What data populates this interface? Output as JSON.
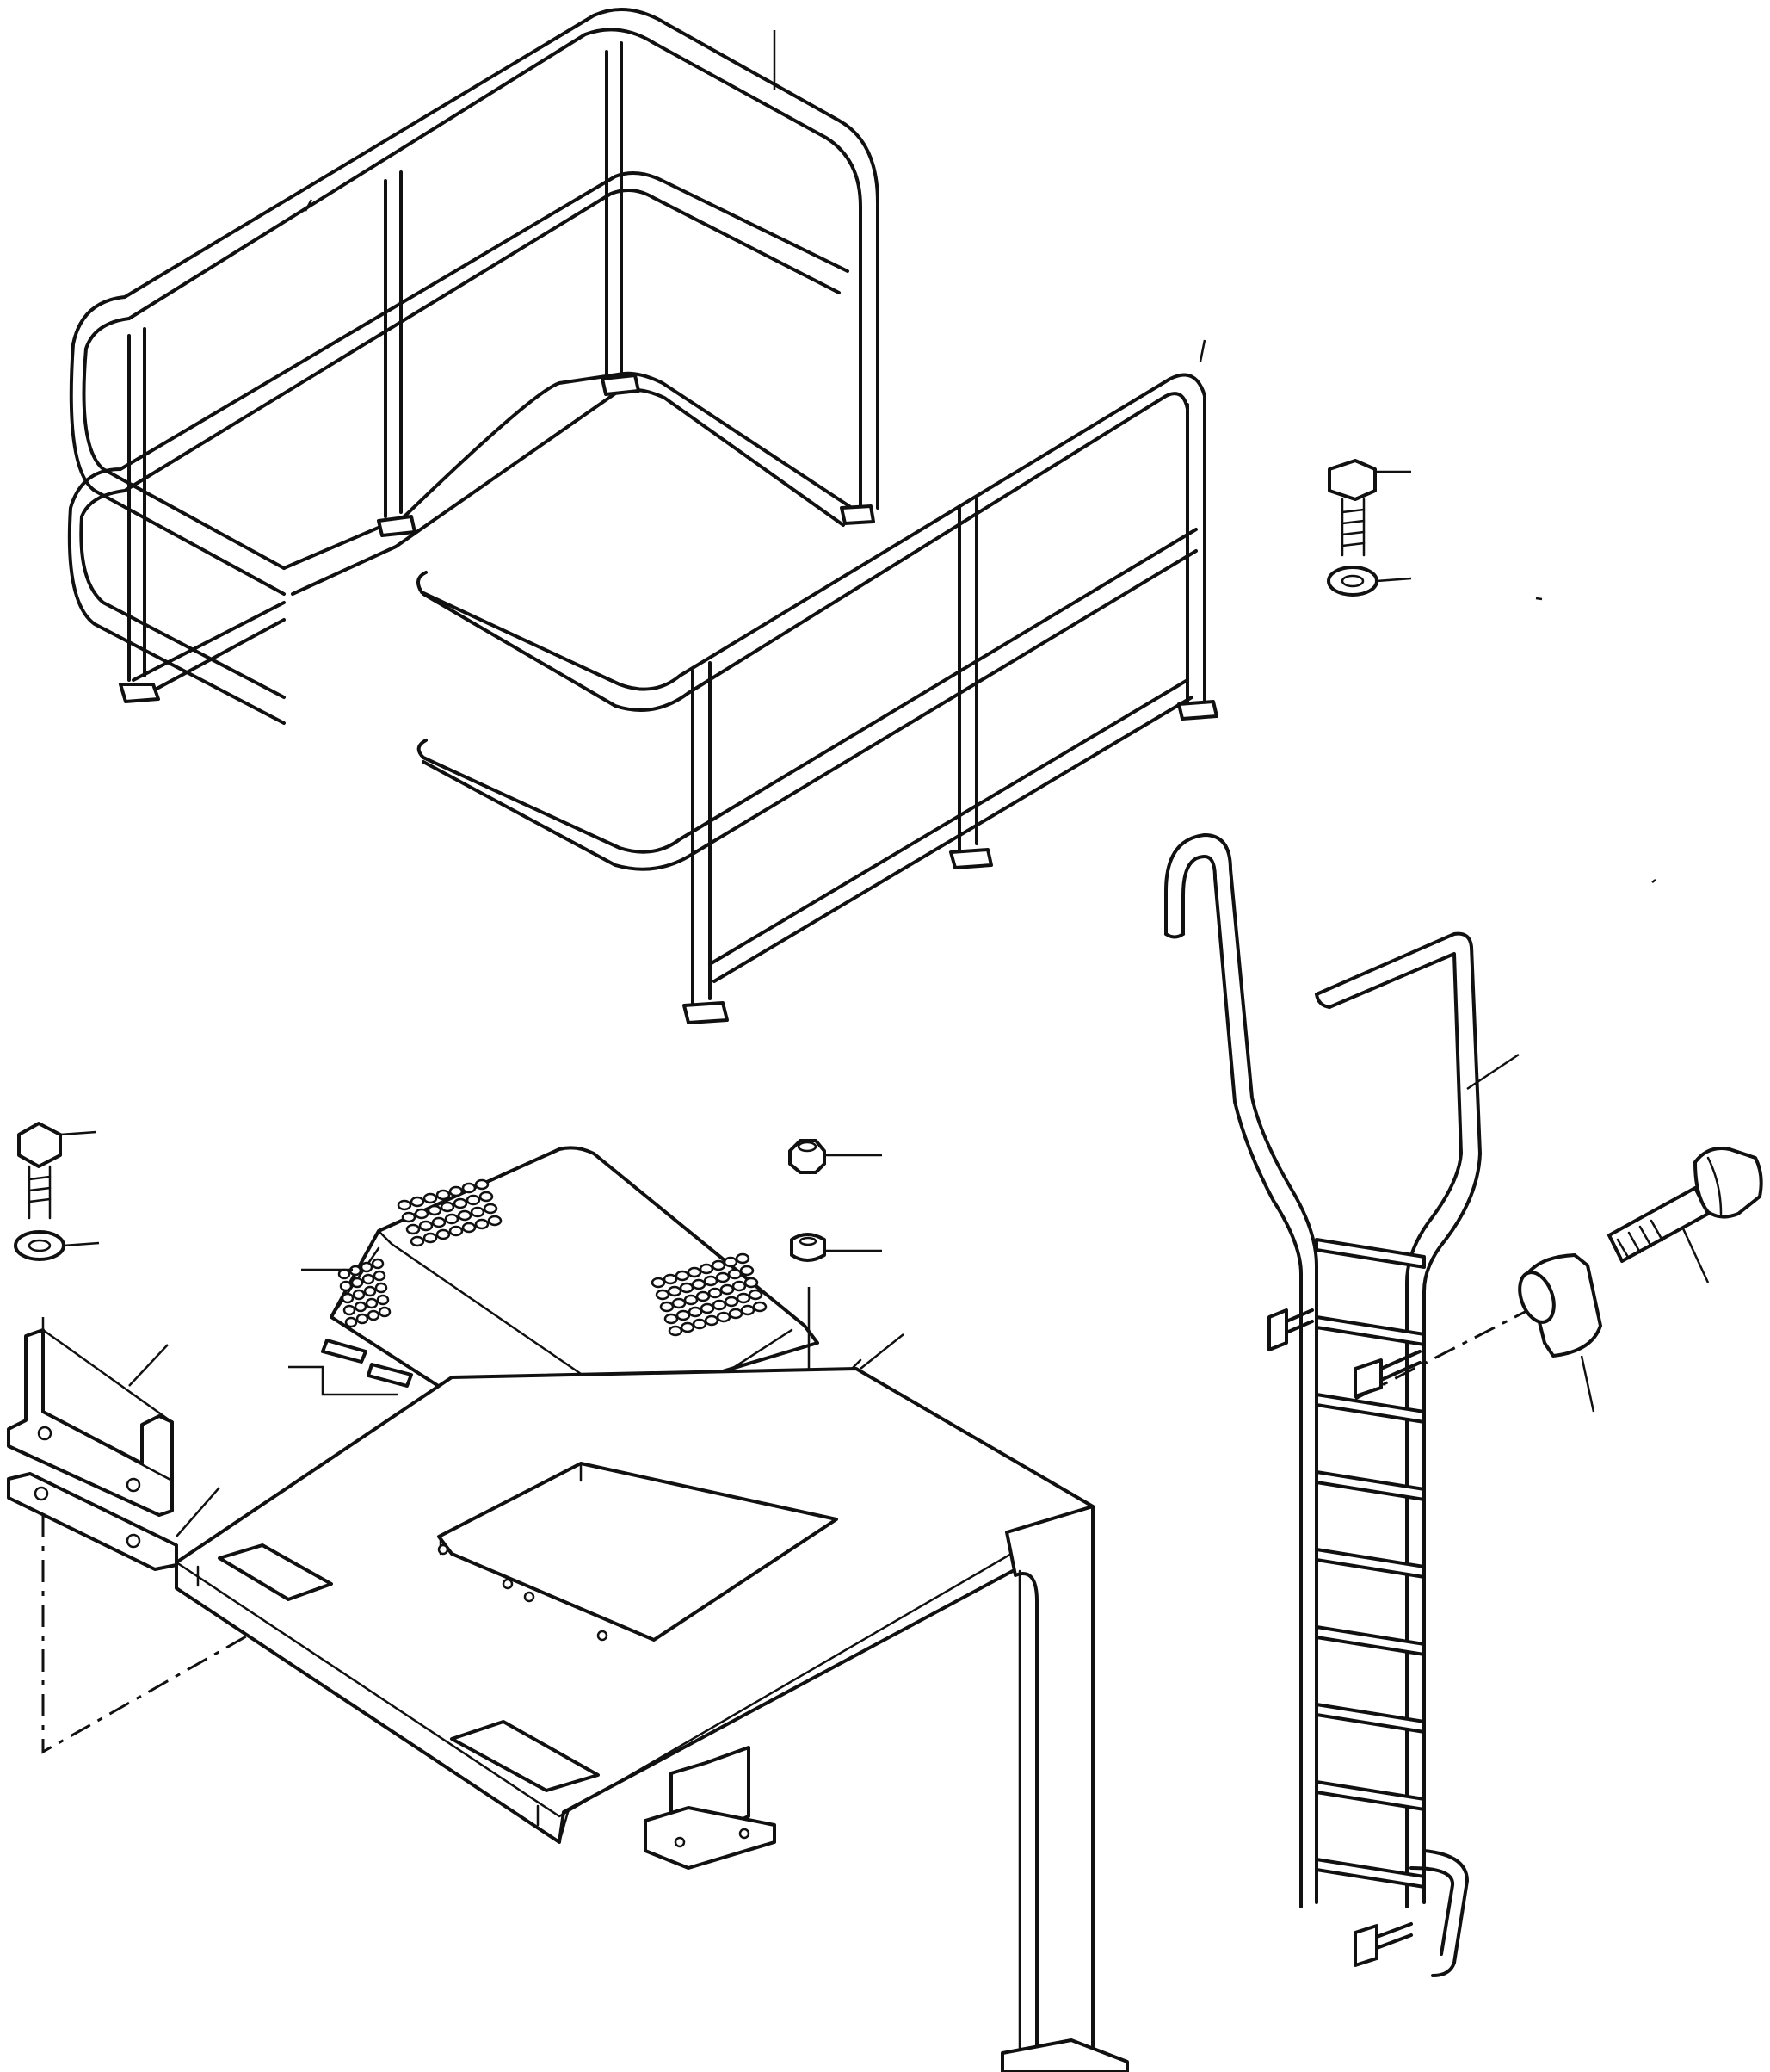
{
  "diagram": {
    "background": "#ffffff",
    "line_color": "#111111",
    "labels": [],
    "parts": [
      "guard-rail-left",
      "guard-rail-right",
      "bolt-upper-right",
      "lock-washer-upper-right",
      "bolt-left",
      "lock-washer-left",
      "perforated-cover",
      "nut",
      "washer",
      "stud",
      "pins",
      "bracket",
      "plate",
      "platform-stand",
      "ladder",
      "collar",
      "ladder-bolt"
    ]
  }
}
